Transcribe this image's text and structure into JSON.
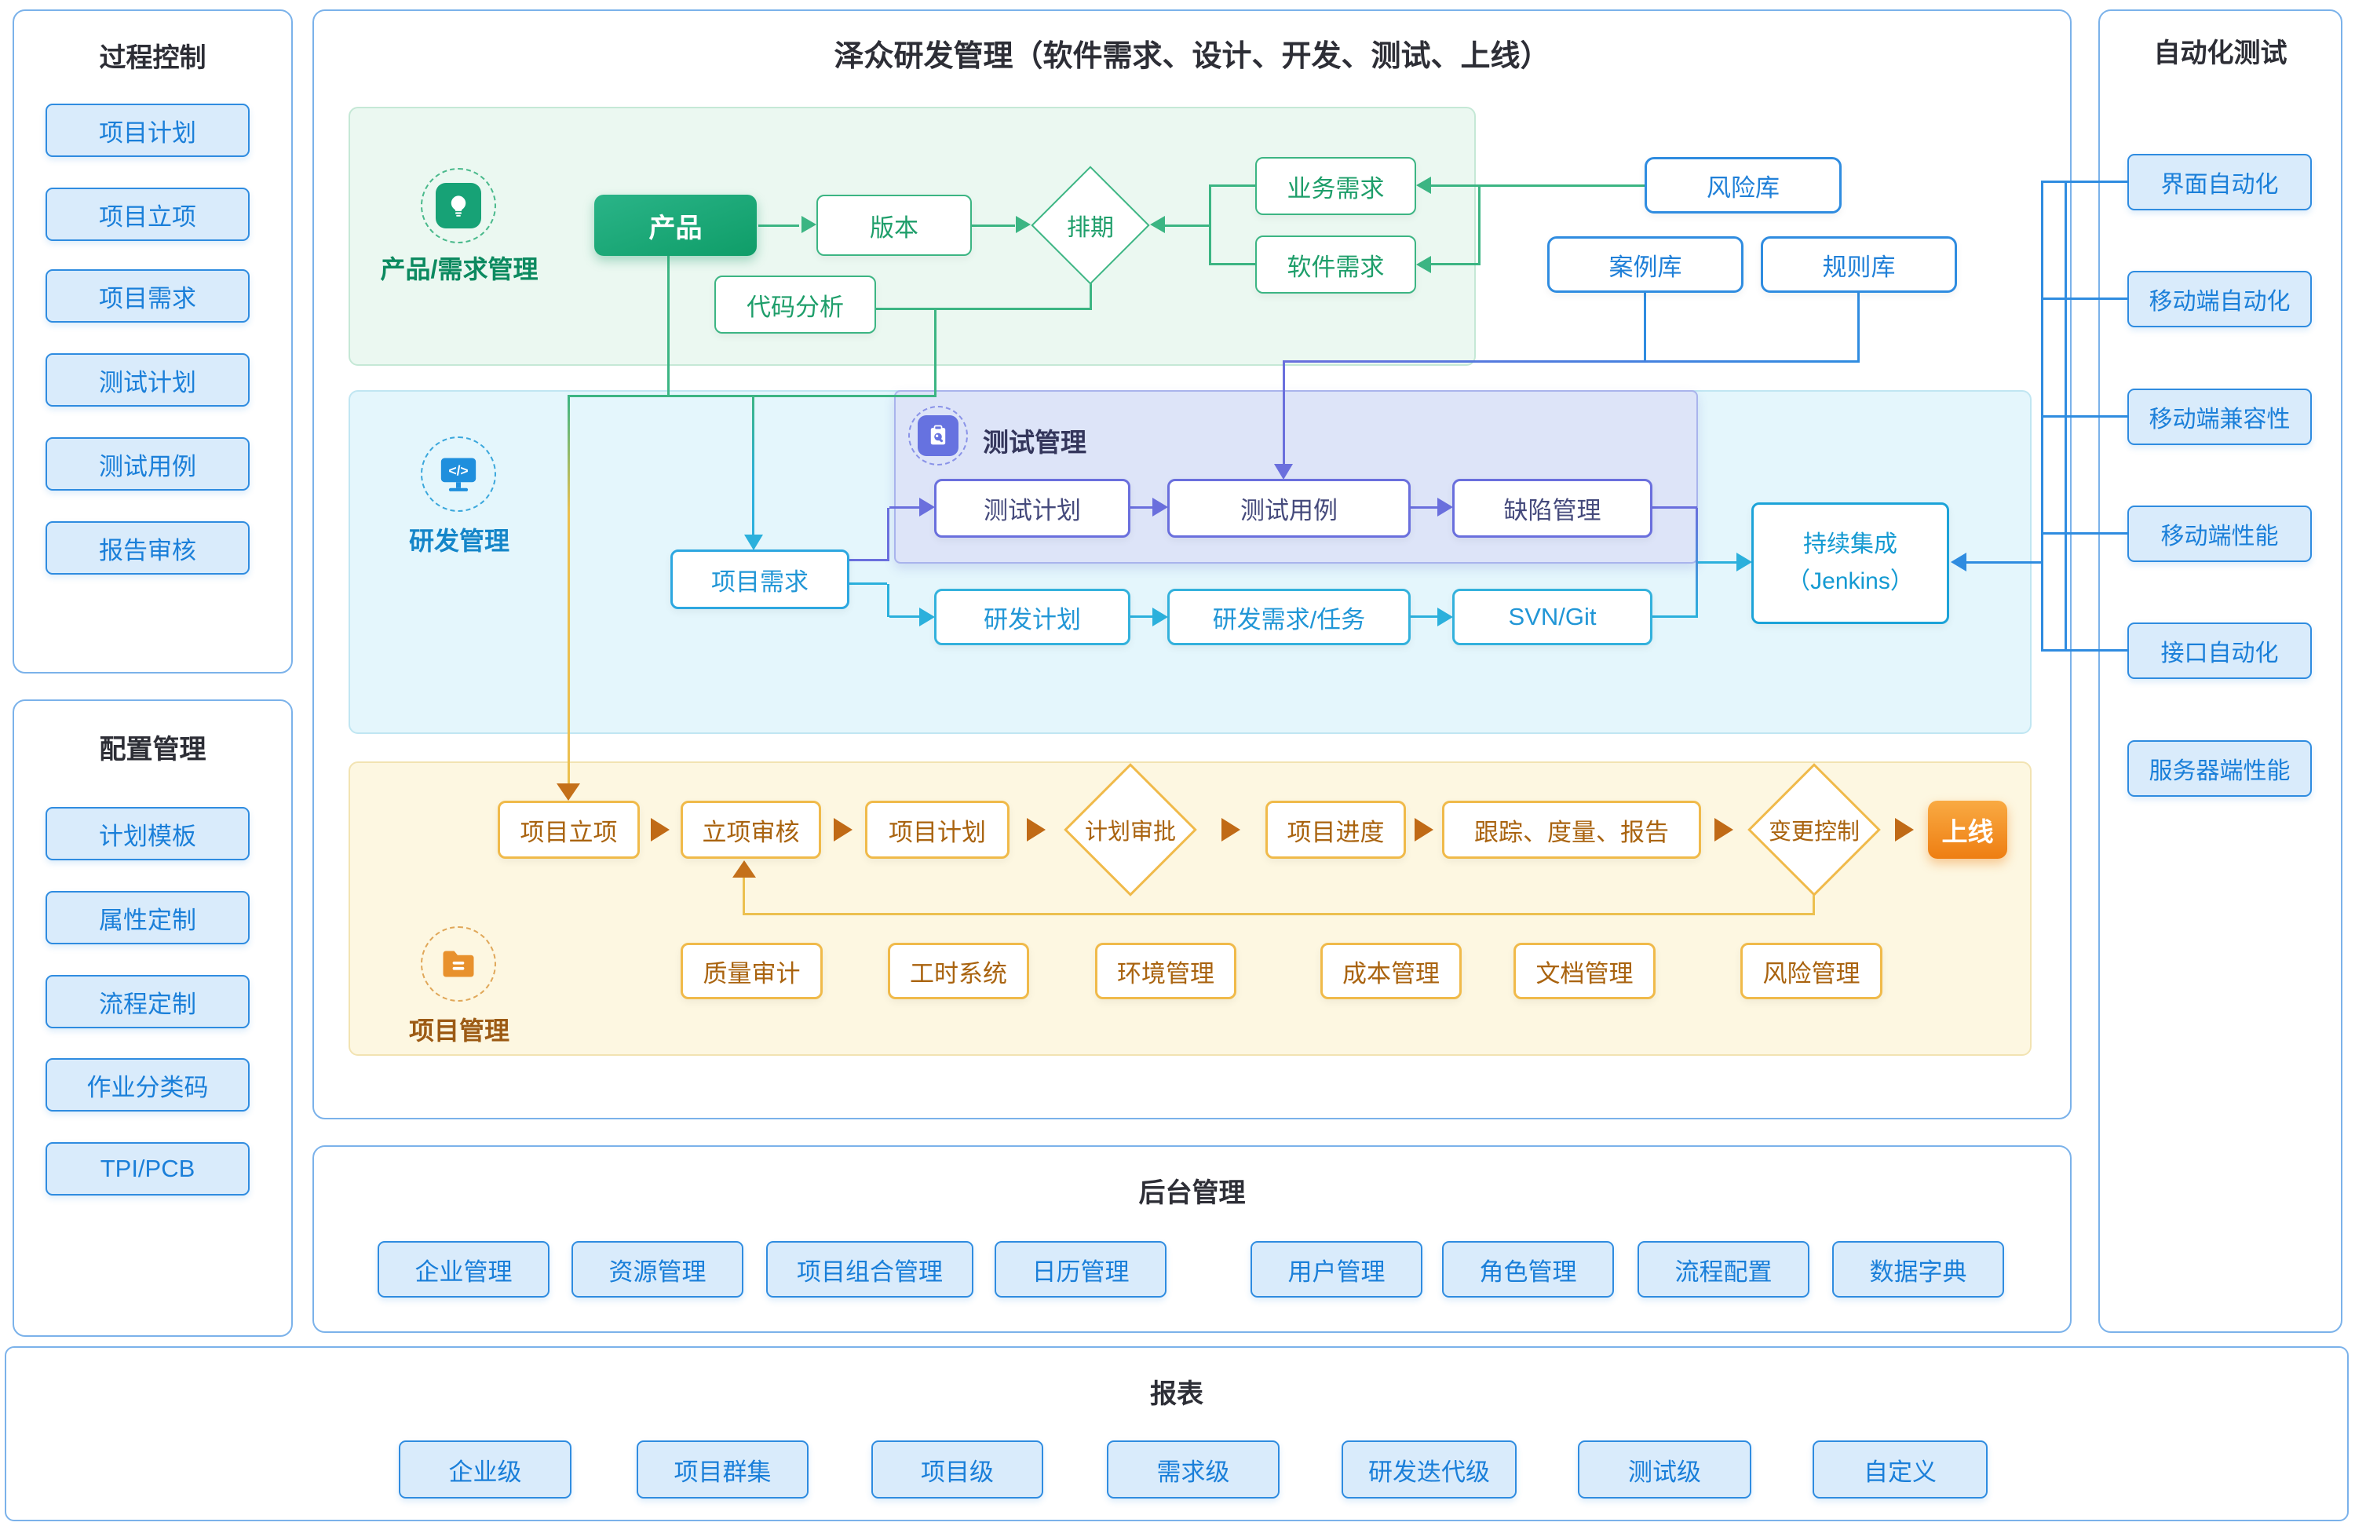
{
  "header": {
    "title": "泽众研发管理（软件需求、设计、开发、测试、上线）"
  },
  "left": {
    "process": {
      "title": "过程控制",
      "items": [
        "项目计划",
        "项目立项",
        "项目需求",
        "测试计划",
        "测试用例",
        "报告审核"
      ]
    },
    "config": {
      "title": "配置管理",
      "items": [
        "计划模板",
        "属性定制",
        "流程定制",
        "作业分类码",
        "TPI/PCB"
      ]
    }
  },
  "product": {
    "title": "产品/需求管理",
    "nodes": {
      "product": "产品",
      "version": "版本",
      "schedule": "排期",
      "biz_req": "业务需求",
      "soft_req": "软件需求",
      "code_analysis": "代码分析"
    },
    "libs": {
      "risk": "风险库",
      "case": "案例库",
      "rule": "规则库"
    }
  },
  "dev": {
    "title": "研发管理",
    "nodes": {
      "project_req": "项目需求",
      "dev_plan": "研发计划",
      "dev_task": "研发需求/任务",
      "svn": "SVN/Git"
    },
    "ci": {
      "line1": "持续集成",
      "line2": "（Jenkins）"
    },
    "test": {
      "title": "测试管理",
      "nodes": {
        "plan": "测试计划",
        "case": "测试用例",
        "defect": "缺陷管理"
      }
    }
  },
  "project": {
    "title": "项目管理",
    "flow": [
      "项目立项",
      "立项审核",
      "项目计划",
      "计划审批",
      "项目进度",
      "跟踪、度量、报告",
      "变更控制",
      "上线"
    ],
    "tools": [
      "质量审计",
      "工时系统",
      "环境管理",
      "成本管理",
      "文档管理",
      "风险管理"
    ]
  },
  "backend": {
    "title": "后台管理",
    "items": [
      "企业管理",
      "资源管理",
      "项目组合管理",
      "日历管理",
      "用户管理",
      "角色管理",
      "流程配置",
      "数据字典"
    ]
  },
  "automation": {
    "title": "自动化测试",
    "items": [
      "界面自动化",
      "移动端自动化",
      "移动端兼容性",
      "移动端性能",
      "接口自动化",
      "服务器端性能"
    ]
  },
  "report": {
    "title": "报表",
    "items": [
      "企业级",
      "项目群集",
      "项目级",
      "需求级",
      "研发迭代级",
      "测试级",
      "自定义"
    ]
  },
  "colors": {
    "blue": "#2f8ce0",
    "green": "#3cb583",
    "green_dark": "#0c8a60",
    "indigo": "#6a6fdd",
    "cyan": "#2bb0dc",
    "yellow": "#f0ba4a",
    "orange": "#ee7e12",
    "brown_arrow": "#c06a16"
  }
}
